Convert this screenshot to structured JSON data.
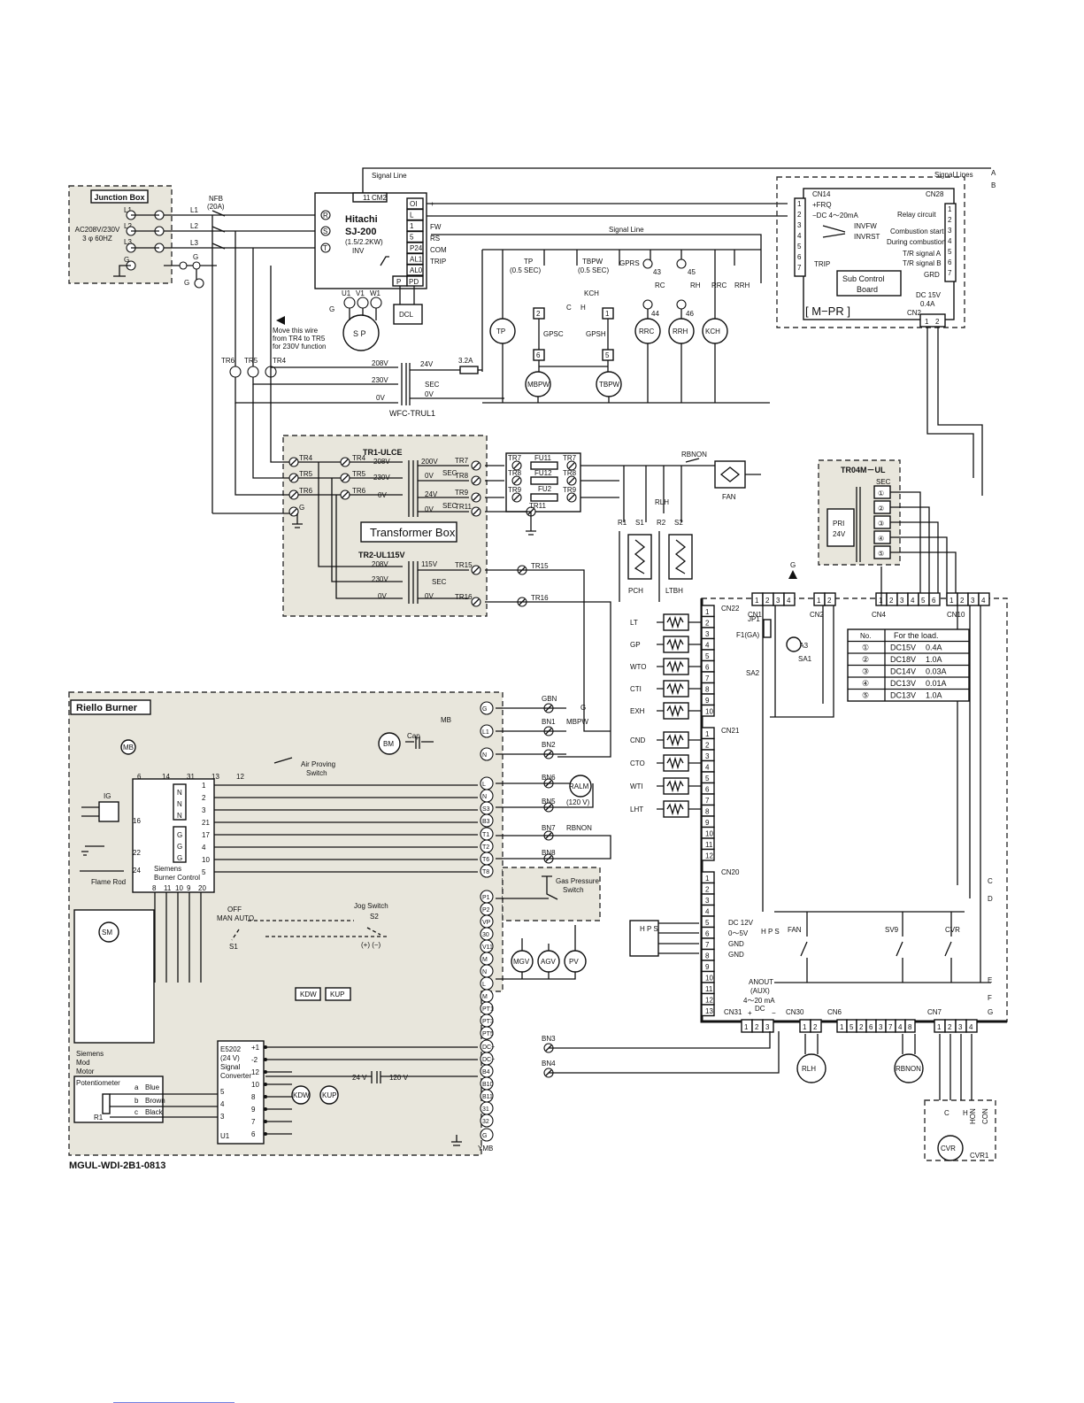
{
  "drawing_code": "MGUL-WDI-2B1-0813",
  "junction_box": {
    "title": "Junction Box",
    "supply": "AC208V/230V",
    "phase": "3 φ 60HZ",
    "l1": "L1",
    "l2": "L2",
    "l3": "L3",
    "g": "G"
  },
  "nfb": {
    "name": "NFB",
    "rating": "(20A)"
  },
  "inverter": {
    "title": "Hitachi",
    "model": "SJ-200",
    "rating": "(1.5/2.2KW)",
    "type": "INV",
    "terminals": [
      "OI",
      "L",
      "1",
      "5",
      "P24",
      "AL1",
      "AL0"
    ],
    "right_labels": [
      "+",
      "-",
      "FW",
      "RS",
      "COM",
      "TRIP"
    ],
    "bottom": [
      "U1",
      "V1",
      "W1"
    ],
    "p": "P",
    "pd": "PD",
    "r": "R",
    "s": "S",
    "t": "T",
    "top": [
      "11",
      "CM2"
    ]
  },
  "signal_line_top": "Signal Line",
  "signal_line_mid": "Signal Line",
  "signal_lines": "Signal Lines",
  "dcl": "DCL",
  "sp": "S P",
  "move_note": [
    "Move this wire",
    "from TR4 to TR5",
    "for 230V function"
  ],
  "wfc": {
    "name": "WFC-TRUL1",
    "v208": "208V",
    "v230": "230V",
    "v0": "0V",
    "v24": "24V",
    "sec": "SEC",
    "fuse": "3.2A",
    "v0b": "0V"
  },
  "transformer_box": {
    "title": "Transformer Box",
    "tr1": "TR1-ULCE",
    "tr2": "TR2-UL115V",
    "tr4": "TR4",
    "tr5": "TR5",
    "tr6": "TR6",
    "v208": "208V",
    "v230": "230V",
    "v0": "0V",
    "v200": "200V",
    "v24": "24V",
    "v115": "115V",
    "sec": "SEC",
    "tr7": "TR7",
    "tr8": "TR8",
    "tr9": "TR9",
    "tr11": "TR11",
    "tr15": "TR15",
    "tr16": "TR16",
    "g": "G"
  },
  "fuses": {
    "fu11": "FU11",
    "fu12": "FU12",
    "fu2": "FU2"
  },
  "controls_top": {
    "tp": "TP",
    "tp_time": "(0.5 SEC)",
    "tbpw": "TBPW",
    "tbpw_time": "(0.5 SEC)",
    "gprs": "GPRS",
    "kch": "KCH",
    "c": "C",
    "h": "H",
    "gpsc": "GPSC",
    "gpsh": "GPSH",
    "mbpw": "MBPW",
    "tbpw_motor": "TBPW",
    "n43": "43",
    "n44": "44",
    "n45": "45",
    "n46": "46",
    "rc": "RC",
    "rh": "RH",
    "rrc": "RRC",
    "rrh": "RRH",
    "rrc_c": "RRC",
    "rrh_c": "RRH",
    "kch_c": "KCH",
    "n2": "2",
    "n1": "1",
    "n6": "6",
    "n5": "5"
  },
  "sub_control": {
    "title": "Sub Control",
    "title2": "Board",
    "model": "[ M−PR ]",
    "cn14": "CN14",
    "cn28": "CN28",
    "cn2": "CN2",
    "frq": "+FRQ",
    "dc": "−DC 4～20mA",
    "invfw": "INVFW",
    "invrst": "INVRST",
    "trip": "TRIP",
    "relay": "Relay circuit",
    "comb_start": "Combustion start",
    "during": "During combustion",
    "tra": "T/R signal A",
    "trb": "T/R signal B",
    "grd": "GRD",
    "dc15": "DC 15V",
    "a04": "0.4A",
    "a": "A",
    "b": "B"
  },
  "fan": "FAN",
  "rbnon": "RBNON",
  "rlh": "RLH",
  "heaters": {
    "r1": "R1",
    "s1": "S1",
    "r2": "R2",
    "s2": "S2",
    "pch": "PCH",
    "ltbh": "LTBH"
  },
  "tr04m": {
    "title": "TR04M－UL",
    "sec": "SEC",
    "pri": "PRI",
    "v24": "24V",
    "nums": [
      "①",
      "②",
      "③",
      "④",
      "⑤"
    ]
  },
  "main_board": {
    "cn1": "CN1",
    "cn2": "CN2",
    "cn4": "CN4",
    "cn10": "CN10",
    "cn22": "CN22",
    "cn21": "CN21",
    "cn20": "CN20",
    "cn31": "CN31",
    "cn30": "CN30",
    "cn6": "CN6",
    "cn7": "CN7",
    "jp1": "JP1",
    "f1": "F1(GA)",
    "sa1": "SA1",
    "sa2": "SA2",
    "sa3": "SA3",
    "g": "G",
    "cn22_loads": [
      "LT",
      "GP",
      "WTO",
      "CTI",
      "EXH"
    ],
    "cn21_loads": [
      "CND",
      "CTO",
      "WTI",
      "LHT"
    ],
    "hps": "H P S",
    "hps_r": "H P S",
    "dc12": "DC 12V",
    "v05": "0～5V",
    "gnd1": "GND",
    "gnd2": "GND",
    "anout": "ANOUT",
    "aux": "(AUX)",
    "ma": "4～20 mA",
    "dcsig": "DC",
    "plus": "+",
    "minus": "−",
    "relays": [
      "FAN",
      "SV9",
      "CVR"
    ],
    "edge": [
      "C",
      "D",
      "E",
      "F",
      "G"
    ],
    "cn6_pins": [
      "1",
      "5",
      "2",
      "6",
      "3",
      "7",
      "4",
      "8"
    ]
  },
  "load_table": {
    "col1": "No.",
    "col2": "For the load.",
    "rows": [
      [
        "①",
        "DC15V",
        "0.4A"
      ],
      [
        "②",
        "DC18V",
        "1.0A"
      ],
      [
        "③",
        "DC14V",
        "0.03A"
      ],
      [
        "④",
        "DC13V",
        "0.01A"
      ],
      [
        "⑤",
        "DC13V",
        "1.0A"
      ]
    ]
  },
  "bottom_devices": {
    "rlh": "RLH",
    "rbnon": "RBNON",
    "cvr": "CVR",
    "cvr1": "CVR1",
    "c": "C",
    "h": "H",
    "hon": "HON",
    "con": "CON"
  },
  "burner": {
    "title": "Riello Burner",
    "mb": "MB",
    "bm": "BM",
    "cap": "Cap",
    "ig": "IG",
    "flame_rod": "Flame Rod",
    "siemens": "Siemens",
    "burner_control": "Burner Control",
    "air_proving": "Air Proving",
    "switch": "Switch",
    "sm": "SM",
    "mod_motor": [
      "Siemens",
      "Mod",
      "Motor"
    ],
    "potentiometer": "Potentiometer",
    "r1": "R1",
    "blue": "Blue",
    "brown": "Brown",
    "black": "Black",
    "a": "a",
    "b": "b",
    "c": "c",
    "off": "OFF",
    "man": "MAN",
    "auto": "AUTO",
    "s1": "S1",
    "jog": "Jog Switch",
    "s2": "S2",
    "plusminus": "(+) (−)",
    "kdw": "KDW",
    "kup": "KUP",
    "mgv": "MGV",
    "agv": "AGV",
    "pv": "PV",
    "e5202": "E5202",
    "v24": "(24 V)",
    "signal": "Signal",
    "converter": "Converter",
    "u1": "U1",
    "v24b": "24 V",
    "v120": "120 V",
    "ymb": "YMB",
    "gas_pressure": "Gas Pressure",
    "gas_switch": "Switch",
    "ralm": "RALM",
    "v120r": "(120 V)"
  },
  "terminal_strip": [
    "G",
    "L1",
    "N",
    "L",
    "N",
    "S3",
    "B3",
    "T1",
    "T2",
    "T6",
    "T8",
    "P1",
    "P2",
    "VP",
    "30",
    "V11",
    "M",
    "N",
    "L",
    "M",
    "PT1",
    "PT3",
    "PT5",
    "DC+",
    "DC−",
    "B4",
    "B10",
    "B11",
    "31",
    "32",
    "G"
  ],
  "bn_labels": {
    "gbn": "GBN",
    "bn1": "BN1",
    "bn2": "BN2",
    "bn6": "BN6",
    "bn5": "BN5",
    "bn7": "BN7",
    "bn8": "BN8",
    "bn3": "BN3",
    "bn4": "BN4",
    "tr15": "TR15",
    "tr16": "TR16",
    "rbnon": "RBNON",
    "mbpw": "MBPW",
    "g": "G"
  }
}
